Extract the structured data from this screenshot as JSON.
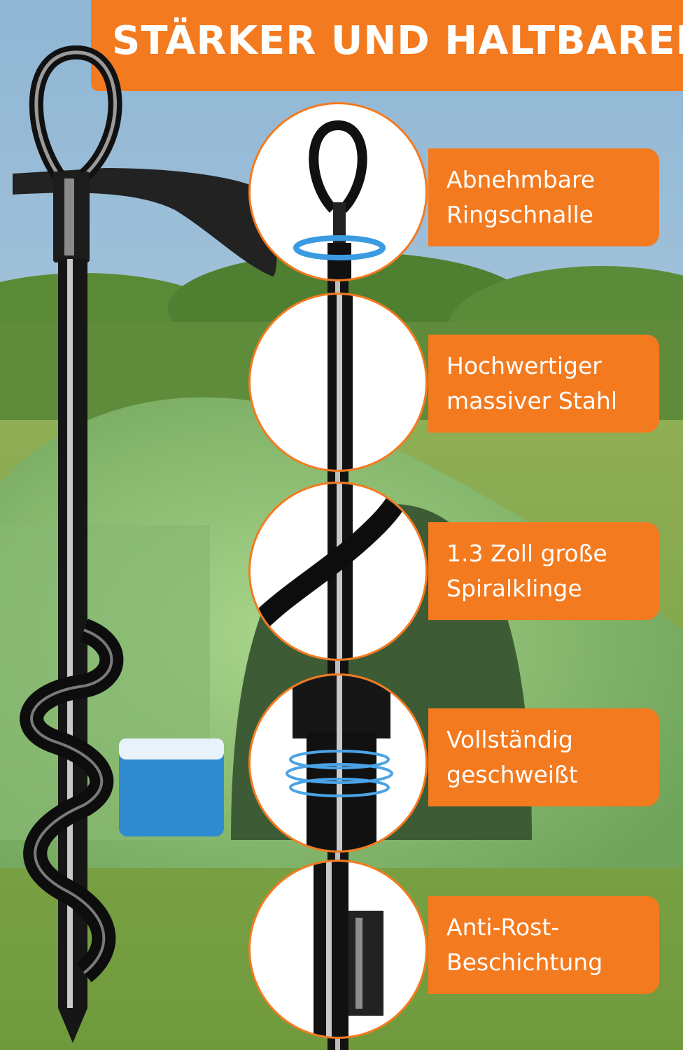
{
  "header": {
    "title": "STÄRKER UND HALTBARER"
  },
  "features": [
    {
      "line1": "Abnehmbare",
      "line2": "Ringschnalle",
      "icon": "eye-bolt-detail"
    },
    {
      "line1": "Hochwertiger",
      "line2": "massiver Stahl",
      "icon": "steel-rod-detail"
    },
    {
      "line1": "1.3 Zoll große",
      "line2": "Spiralklinge",
      "icon": "spiral-blade-detail"
    },
    {
      "line1": "Vollständig",
      "line2": "geschweißt",
      "icon": "weld-joint-detail"
    },
    {
      "line1": "Anti-Rost-",
      "line2": "Beschichtung",
      "icon": "coating-detail"
    }
  ],
  "colors": {
    "accent": "#f47a1f",
    "steel": "#1a1a1a",
    "text": "#ffffff"
  }
}
